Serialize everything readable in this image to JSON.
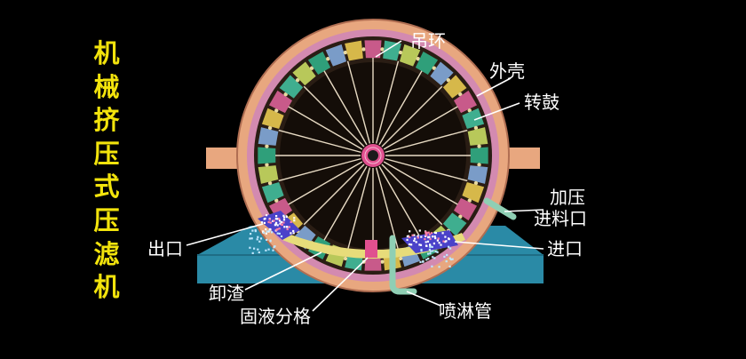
{
  "title": "机械挤压式压滤机",
  "labels": {
    "hanging_ring": "吊环",
    "outer_shell": "外壳",
    "drum": "转鼓",
    "pressure_feed_1": "加压",
    "pressure_feed_2": "进料口",
    "inlet": "进口",
    "outlet": "出口",
    "discharge": "卸渣",
    "solid_liquid_separator": "固液分格",
    "spray_pipe": "喷淋管"
  },
  "colors": {
    "background": "#000000",
    "title": "#f2e30c",
    "label": "#ffffff",
    "base": "#2a8aa6",
    "shell": "#e8a77f",
    "ring": "#d38ab0",
    "hub": "#e0508f",
    "spray_pipe": "#8fcfb4"
  }
}
